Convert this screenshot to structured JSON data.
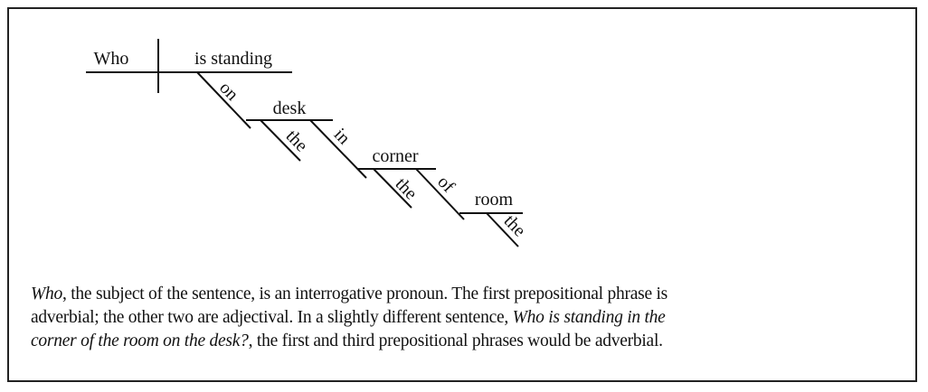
{
  "diagram": {
    "subject": "Who",
    "verb": "is standing",
    "prep1": "on",
    "obj1": "desk",
    "obj1_article": "the",
    "prep2": "in",
    "obj2": "corner",
    "obj2_article": "the",
    "prep3": "of",
    "obj3": "room",
    "obj3_article": "the"
  },
  "caption": {
    "line1_italic": "Who",
    "line1_rest": ", the subject of the sentence, is an interrogative pronoun. The first prepositional phrase is",
    "line2_plain": "adverbial; the other two are adjectival. In a slightly different sentence, ",
    "line2_italic": "Who is standing in the",
    "line3_italic": "corner of the room on the desk?",
    "line3_rest": ", the first and third prepositional phrases would be adverbial."
  }
}
